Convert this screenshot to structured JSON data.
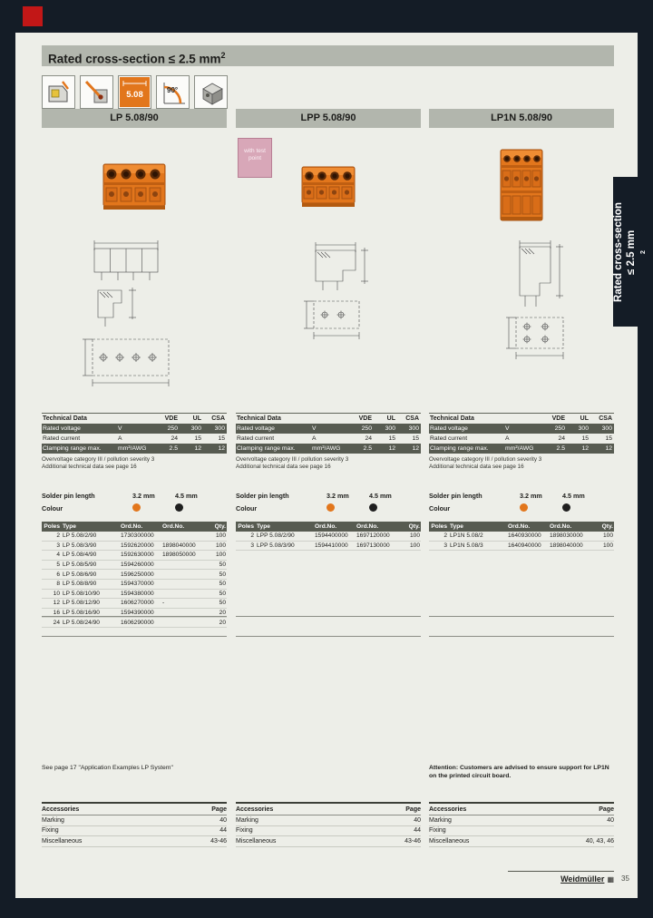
{
  "page": {
    "title": "Rated cross-section ≤ 2.5 mm",
    "title_sup": "2",
    "side_tab": {
      "line1": "Rated cross-section",
      "line2": "≤ 2.5 mm",
      "sup": "2"
    },
    "footer": {
      "brand": "Weidmüller",
      "page_number": "35"
    }
  },
  "icon_row": {
    "pitch_label": "5.08",
    "angle_label": "90°"
  },
  "labels": {
    "tech_header": "Technical Data",
    "vde": "VDE",
    "ul": "UL",
    "csa": "CSA",
    "solder_pin_length": "Solder pin length",
    "len1": "3.2 mm",
    "len2": "4.5 mm",
    "colour": "Colour",
    "order_headers": {
      "poles": "Poles",
      "type": "Type",
      "ord1": "Ord.No.",
      "ord2": "Ord.No.",
      "qty": "Qty."
    },
    "accessories": "Accessories",
    "page": "Page"
  },
  "colors": {
    "accent_orange": "#e2761c",
    "frame_dark": "#141c26",
    "bar_gray": "#b2b6ad",
    "row_dark": "#575b51",
    "badge_pink": "#d8a7b8",
    "red_square": "#c21717"
  },
  "columns": [
    {
      "header": "LP 5.08/90",
      "badge": "",
      "tech_rows": [
        {
          "label": "Rated voltage",
          "unit": "V",
          "vde": "250",
          "ul": "300",
          "csa": "300"
        },
        {
          "label": "Rated current",
          "unit": "A",
          "vde": "24",
          "ul": "15",
          "csa": "15"
        },
        {
          "label": "Clamping range max.",
          "unit": "mm²/AWG",
          "vde": "2.5",
          "ul": "12",
          "csa": "12"
        }
      ],
      "tech_notes": [
        "Overvoltage category III / pollution severity 3",
        "Additional technical data see page 16"
      ],
      "order_rows": [
        {
          "poles": "2",
          "type": "LP 5.08/2/90",
          "ord1": "1730300000",
          "ord2": "",
          "qty": "100"
        },
        {
          "poles": "3",
          "type": "LP 5.08/3/90",
          "ord1": "1592620000",
          "ord2": "1898040000",
          "qty": "100"
        },
        {
          "poles": "4",
          "type": "LP 5.08/4/90",
          "ord1": "1592630000",
          "ord2": "1898050000",
          "qty": "100"
        },
        {
          "poles": "5",
          "type": "LP 5.08/5/90",
          "ord1": "1594260000",
          "ord2": "",
          "qty": "50"
        },
        {
          "poles": "6",
          "type": "LP 5.08/6/90",
          "ord1": "1596250000",
          "ord2": "",
          "qty": "50"
        },
        {
          "poles": "8",
          "type": "LP 5.08/8/90",
          "ord1": "1594370000",
          "ord2": "",
          "qty": "50"
        },
        {
          "poles": "10",
          "type": "LP 5.08/10/90",
          "ord1": "1594380000",
          "ord2": "",
          "qty": "50"
        },
        {
          "poles": "12",
          "type": "LP 5.08/12/90",
          "ord1": "1606270000",
          "ord2": "-",
          "qty": "50"
        },
        {
          "poles": "16",
          "type": "LP 5.08/16/90",
          "ord1": "1594390000",
          "ord2": "",
          "qty": "20"
        },
        {
          "poles": "24",
          "type": "LP 5.08/24/90",
          "ord1": "1606290000",
          "ord2": "",
          "qty": "20"
        }
      ],
      "note": "See page 17 \"Application Examples LP System\"",
      "accessories": [
        {
          "label": "Marking",
          "page": "40"
        },
        {
          "label": "Fixing",
          "page": "44"
        },
        {
          "label": "Miscellaneous",
          "page": "43-46"
        }
      ]
    },
    {
      "header": "LPP 5.08/90",
      "badge": "with test point",
      "tech_rows": [
        {
          "label": "Rated voltage",
          "unit": "V",
          "vde": "250",
          "ul": "300",
          "csa": "300"
        },
        {
          "label": "Rated current",
          "unit": "A",
          "vde": "24",
          "ul": "15",
          "csa": "15"
        },
        {
          "label": "Clamping range max.",
          "unit": "mm²/AWG",
          "vde": "2.5",
          "ul": "12",
          "csa": "12"
        }
      ],
      "tech_notes": [
        "Overvoltage category III / pollution severity 3",
        "Additional technical data see page 16"
      ],
      "order_rows": [
        {
          "poles": "2",
          "type": "LPP 5.08/2/90",
          "ord1": "1594400000",
          "ord2": "1697120000",
          "qty": "100"
        },
        {
          "poles": "3",
          "type": "LPP 5.08/3/90",
          "ord1": "1594410000",
          "ord2": "1697130000",
          "qty": "100"
        }
      ],
      "note": "",
      "accessories": [
        {
          "label": "Marking",
          "page": "40"
        },
        {
          "label": "Fixing",
          "page": "44"
        },
        {
          "label": "Miscellaneous",
          "page": "43-46"
        }
      ]
    },
    {
      "header": "LP1N 5.08/90",
      "badge": "",
      "tech_rows": [
        {
          "label": "Rated voltage",
          "unit": "V",
          "vde": "250",
          "ul": "300",
          "csa": "300"
        },
        {
          "label": "Rated current",
          "unit": "A",
          "vde": "24",
          "ul": "15",
          "csa": "15"
        },
        {
          "label": "Clamping range max.",
          "unit": "mm²/AWG",
          "vde": "2.5",
          "ul": "12",
          "csa": "12"
        }
      ],
      "tech_notes": [
        "Overvoltage category III / pollution severity 3",
        "Additional technical data see page 16"
      ],
      "order_rows": [
        {
          "poles": "2",
          "type": "LP1N 5.08/2",
          "ord1": "1640930000",
          "ord2": "1898030000",
          "qty": "100"
        },
        {
          "poles": "3",
          "type": "LP1N 5.08/3",
          "ord1": "1640940000",
          "ord2": "1898040000",
          "qty": "100"
        }
      ],
      "note": "Attention: Customers are advised to ensure support for LP1N on the printed circuit board.",
      "accessories": [
        {
          "label": "Marking",
          "page": "40"
        },
        {
          "label": "Fixing",
          "page": ""
        },
        {
          "label": "Miscellaneous",
          "page": "40, 43, 46"
        }
      ]
    }
  ]
}
